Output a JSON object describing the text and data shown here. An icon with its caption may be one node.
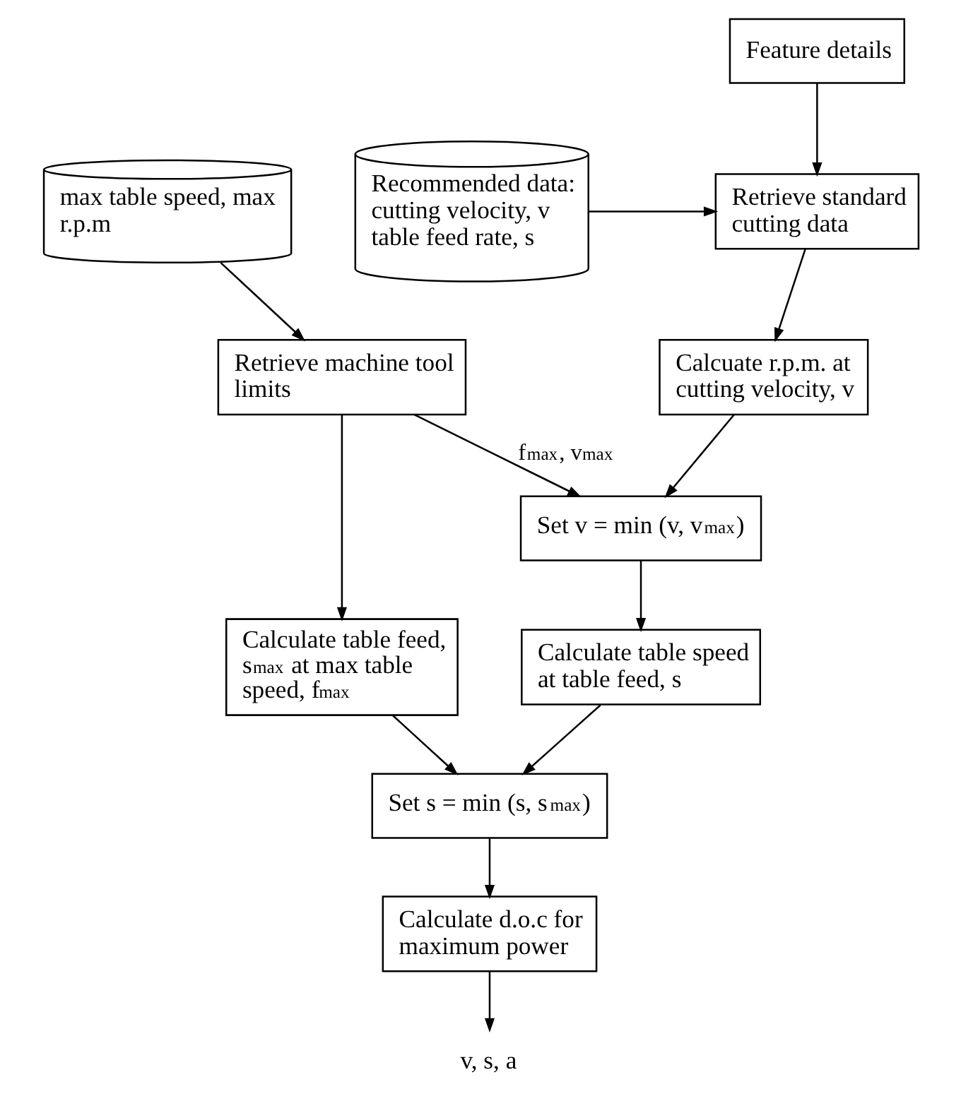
{
  "diagram": {
    "nodes": [
      {
        "text": [
          "Feature details"
        ]
      },
      {
        "text": [
          "Retrieve standard cutting data"
        ]
      },
      {
        "text": [
          "Recommended data: cutting velocity, v table feed rate, s"
        ]
      },
      {
        "text": [
          "max table speed, max r.p.m"
        ]
      },
      {
        "text": [
          "Retrieve machine tool limits"
        ]
      },
      {
        "text": [
          "Calcuate r.p.m. at cutting velocity, v"
        ]
      },
      {
        "text": [
          "Set v = min (v, v$_{max}$)"
        ]
      },
      {
        "text": [
          "Calculate table feed, s$_{max}$ at max table speed, f$_{max}$"
        ]
      },
      {
        "text": [
          "Calculate table speed at table feed, s"
        ]
      },
      {
        "text": [
          "Set s = min (s, s$_{max}$)"
        ]
      },
      {
        "text": [
          "Calculate d.o.c for maximum power"
        ]
      },
      {
        "text": [
          "v, s, a"
        ]
      }
    ],
    "edges": [
      {
        "from": 0,
        "to": 1,
        "arrow": "to"
      },
      {
        "from": 2,
        "to": 1,
        "arrow": "to"
      },
      {
        "from": 1,
        "to": 5,
        "arrow": "to"
      },
      {
        "from": 3,
        "to": 4,
        "arrow": "to"
      },
      {
        "from": 4,
        "to": 6,
        "arrow": "to",
        "label": "f$_{max}$, v$_{max}$"
      },
      {
        "from": 4,
        "to": 7,
        "arrow": "to"
      },
      {
        "from": 5,
        "to": 6,
        "arrow": "to"
      },
      {
        "from": 6,
        "to": 8,
        "arrow": "to"
      },
      {
        "from": 8,
        "to": 9,
        "arrow": "to"
      },
      {
        "from": 7,
        "to": 9,
        "arrow": "to"
      },
      {
        "from": 9,
        "to": 10,
        "arrow": "to"
      },
      {
        "from": 10,
        "to": 11,
        "arrow": "to"
      }
    ]
  }
}
